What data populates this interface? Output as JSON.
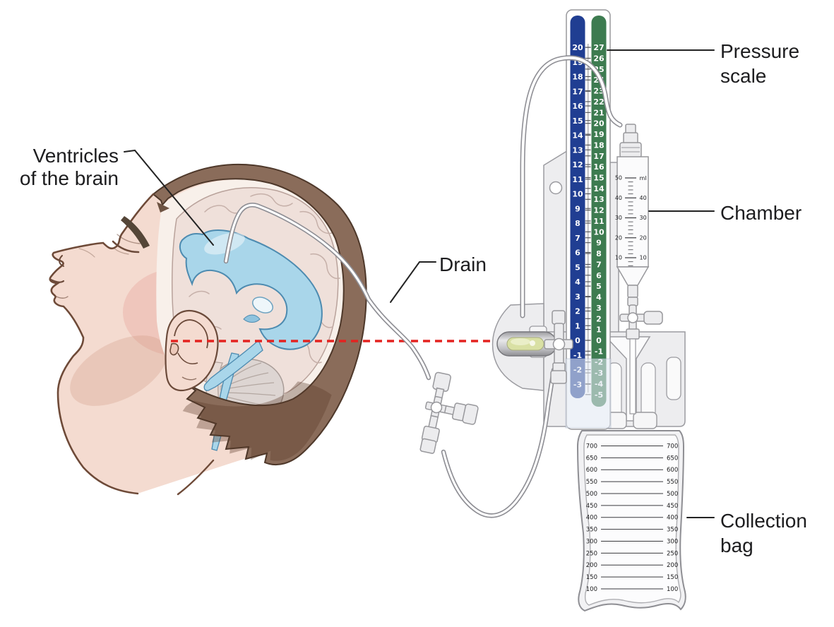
{
  "labels": {
    "ventricles": {
      "line1": "Ventricles",
      "line2": "of the brain"
    },
    "drain": {
      "text": "Drain"
    },
    "pressure": {
      "line1": "Pressure",
      "line2": "scale"
    },
    "chamber": {
      "text": "Chamber"
    },
    "collection": {
      "line1": "Collection",
      "line2": "bag"
    }
  },
  "pressure_scale": {
    "mmhg_column": {
      "color": "#203e92",
      "values": [
        20,
        19,
        18,
        17,
        16,
        15,
        14,
        13,
        12,
        11,
        10,
        9,
        8,
        7,
        6,
        5,
        4,
        3,
        2,
        1,
        0,
        -1,
        -2,
        -3
      ]
    },
    "cmh2o_column": {
      "color": "#3d7b50",
      "values": [
        27,
        26,
        25,
        24,
        23,
        22,
        21,
        20,
        19,
        18,
        17,
        16,
        15,
        14,
        13,
        12,
        11,
        10,
        9,
        8,
        7,
        6,
        5,
        4,
        3,
        2,
        1,
        0,
        -1,
        -2,
        -3,
        -4,
        -5
      ]
    }
  },
  "chamber": {
    "unit": "ml",
    "left_values": [
      50,
      40,
      30,
      20,
      10
    ],
    "right_values": [
      40,
      30,
      20,
      10
    ]
  },
  "collection_bag": {
    "values": [
      700,
      650,
      600,
      550,
      500,
      450,
      400,
      350,
      300,
      250,
      200,
      150,
      100
    ]
  },
  "colors": {
    "reference_red": "#e42320",
    "ventricle_blue": "#a9d6ea",
    "ventricle_outline": "#4d8bb0",
    "skin": "#f4dbd0",
    "hair_brown": "#8a6c5a",
    "panel_gray": "#ededef",
    "label_ink": "#1d1d1f"
  }
}
